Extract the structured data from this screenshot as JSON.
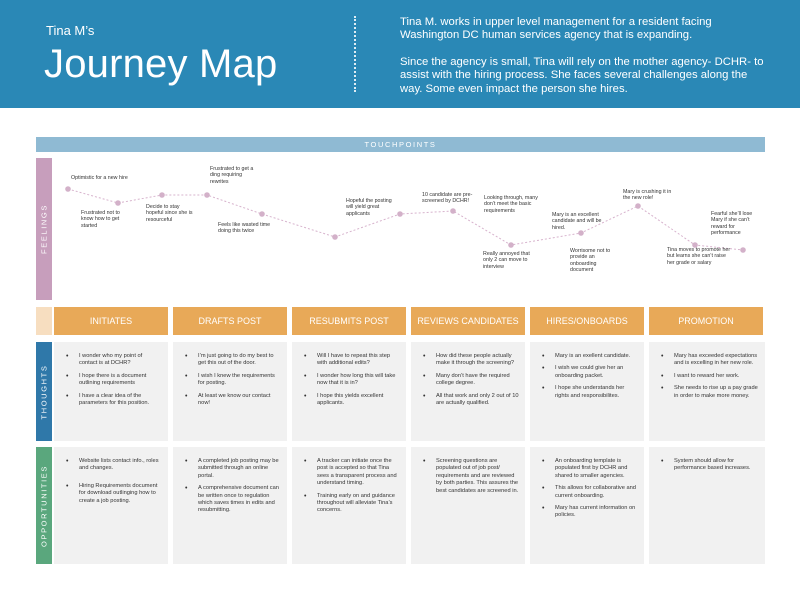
{
  "header": {
    "subtitle": "Tina M’s",
    "title": "Journey Map",
    "intro": [
      "Tina M. works in upper level management for a resident facing Washington DC human services agency that is expanding.",
      "Since the agency is small, Tina will rely on the mother agency- DCHR- to assist with the hiring process.  She faces several challenges along the way. Some even impact the person she hires."
    ]
  },
  "touchpoints_label": "TOUCHPOINTS",
  "sections": {
    "feelings": "FEELINGS",
    "thoughts": "THOUGHTS",
    "opportunities": "OPPORTUNITIES"
  },
  "colors": {
    "header": "#2a88b6",
    "touchpoints": "#8fbad3",
    "feelings": "#c79ebc",
    "thoughts": "#2f78a9",
    "opportunities": "#5aa77d",
    "stage": "#e8a958",
    "box": "#f1f1f1"
  },
  "stages": [
    "INITIATES",
    "DRAFTS POST",
    "RESUBMITS POST",
    "REVIEWS CANDIDATES",
    "HIRES/ONBOARDS",
    "PROMOTION"
  ],
  "feelings": [
    "Optimistic for a new hire",
    "Frustrated  not to know how to get started",
    "Decide to stay hopeful since she is resourceful",
    "Frustrated to get a ding requiring rewrites",
    "Feels like wasted time doing this twice",
    "Hopeful the posting will yield great applicants",
    "10 candidate are pre-screened by DCHR!",
    "Looking through, many don’t meet the basic requirements",
    "Really annoyed that only 2 can move to interview",
    "Mary is an excellent candidate and will be hired.",
    "Worrisome not to provide an onboarding document",
    "Mary is crushing it in the new role!",
    "Tina moves to promote her but learns she can’t raise her grade or salary",
    "Fearful she’ll lose Mary if she can’t reward for performance"
  ],
  "thoughts": [
    [
      "I wonder who my point of contact is at DCHR?",
      "I hope there is a document outlining requirements",
      "I have a clear idea of the parameters for this position."
    ],
    [
      "I’m just going to do my best to get this out of the door.",
      "I wish I knew the requirements for posting.",
      "At least we know our contact now!"
    ],
    [
      "Will I have to repeat this step with additional edits?",
      "I wonder how long this will take now that it is in?",
      "I hope this yields excellent applicants."
    ],
    [
      "How did these people actually make it through the screening?",
      "Many don’t have the required college degree.",
      "All that work and only 2 out of 10 are actually qualified."
    ],
    [
      "Mary is an exellent candidate.",
      "I wish we could give her an onboarding packet.",
      "I hope she understands her rights and responsibilites."
    ],
    [
      "Mary has exceeded expectations and is excelling in her new role.",
      "I want to reward her work.",
      "She needs to rise up a pay grade in order to make more money."
    ]
  ],
  "opportunities": [
    [
      "Website lists contact info., roles and changes.",
      "Hiring Requirements document for download outlinging how to create a job posting."
    ],
    [
      "A completed job posting may be submitted through an online portal.",
      "A comprehensive document can be written once to regulation which saves times in edits and resubmitting."
    ],
    [
      "A tracker can initiate once the post is accepted so that Tina sees a transparent process and understand timing.",
      "Training early on and guidance throughout will alleviate Tina’s concerns."
    ],
    [
      "Screening questions are populated out of job post/ requirements and are reviewed by both parties. This assures the best candidates are screened in."
    ],
    [
      "An onboarding template is populated first by DCHR and shared to smaller agencies.",
      "This allows for collaborative and current onboarding.",
      "Mary has current information on policies."
    ],
    [
      "System should allow for performance based increases."
    ]
  ]
}
